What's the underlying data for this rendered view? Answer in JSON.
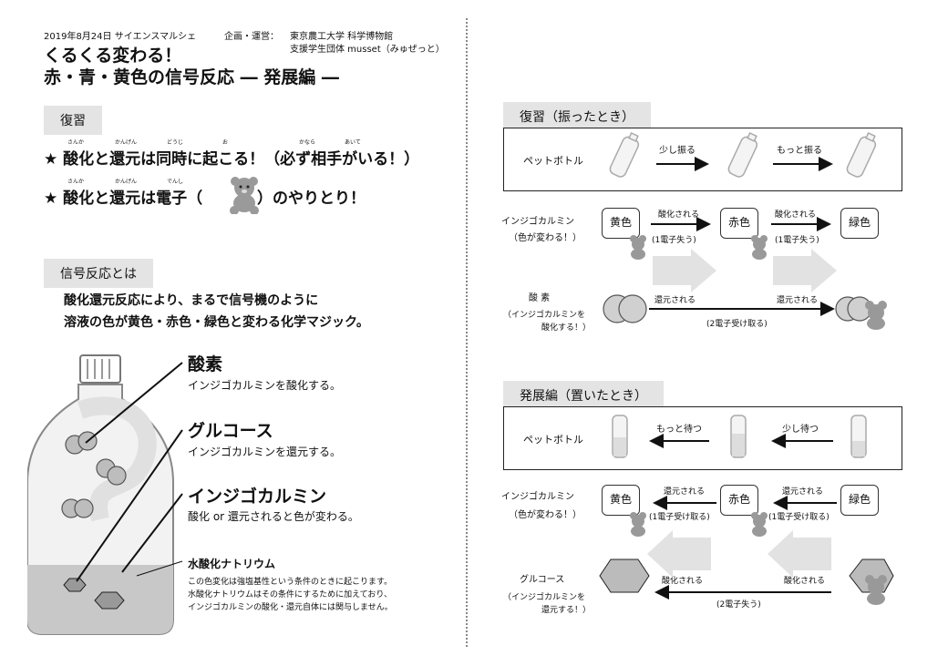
{
  "header": {
    "event_line": "2019年8月24日 サイエンスマルシェ",
    "org_label": "企画・運営：",
    "org_name": "東京農工大学 科学博物館",
    "org_sub": "支援学生団体 musset（みゅぜっと）",
    "title_line1": "くるくる変わる！",
    "title_line2": "赤・青・黄色の信号反応 ― 発展編 ―"
  },
  "review": {
    "section_label": "復習",
    "line1": "★ 酸化と還元は同時に起こる！（必ず相手がいる！）",
    "line2_a": "★ 酸化と還元は電子（",
    "line2_b": "）のやりとり！",
    "ruby": [
      "さんか",
      "かんげん",
      "どうじ",
      "お",
      "かなら",
      "あいて",
      "さんか",
      "かんげん",
      "でんし"
    ]
  },
  "signal": {
    "section_label": "信号反応とは",
    "intro_line1": "酸化還元反応により、まるで信号機のように",
    "intro_line2": "溶液の色が黄色・赤色・緑色と変わる化学マジック。"
  },
  "bottle_labels": {
    "oxygen_title": "酸素",
    "oxygen_desc": "インジゴカルミンを酸化する。",
    "glucose_title": "グルコース",
    "glucose_desc": "インジゴカルミンを還元する。",
    "indigo_title": "インジゴカルミン",
    "indigo_desc": "酸化 or 還元されると色が変わる。",
    "naoh_title": "水酸化ナトリウム",
    "naoh_desc1": "この色変化は強塩基性という条件のときに起こります。",
    "naoh_desc2": "水酸化ナトリウムはその条件にするために加えており、",
    "naoh_desc3": "インジゴカルミンの酸化・還元自体には関与しません。"
  },
  "right": {
    "review_section": "復習（振ったとき）",
    "review_bottle_label": "ペットボトル",
    "review_arrow1": "少し振る",
    "review_arrow2": "もっと振る",
    "indigo_label1": "インジゴカルミン",
    "indigo_label2": "（色が変わる！）",
    "colors": [
      "黄色",
      "赤色",
      "緑色"
    ],
    "oxidized": "酸化される",
    "lose1": "(1電子失う)",
    "oxygen_label": "酸 素",
    "oxygen_sub1": "（インジゴカルミンを",
    "oxygen_sub2": "酸化する！）",
    "reduced": "還元される",
    "gain2": "(2電子受け取る)",
    "dev_section": "発展編（置いたとき）",
    "dev_arrow1": "もっと待つ",
    "dev_arrow2": "少し待つ",
    "gain1": "(1電子受け取る)",
    "glucose_label": "グルコース",
    "glucose_sub1": "（インジゴカルミンを",
    "glucose_sub2": "還元する！）",
    "lose2": "(2電子失う)"
  }
}
